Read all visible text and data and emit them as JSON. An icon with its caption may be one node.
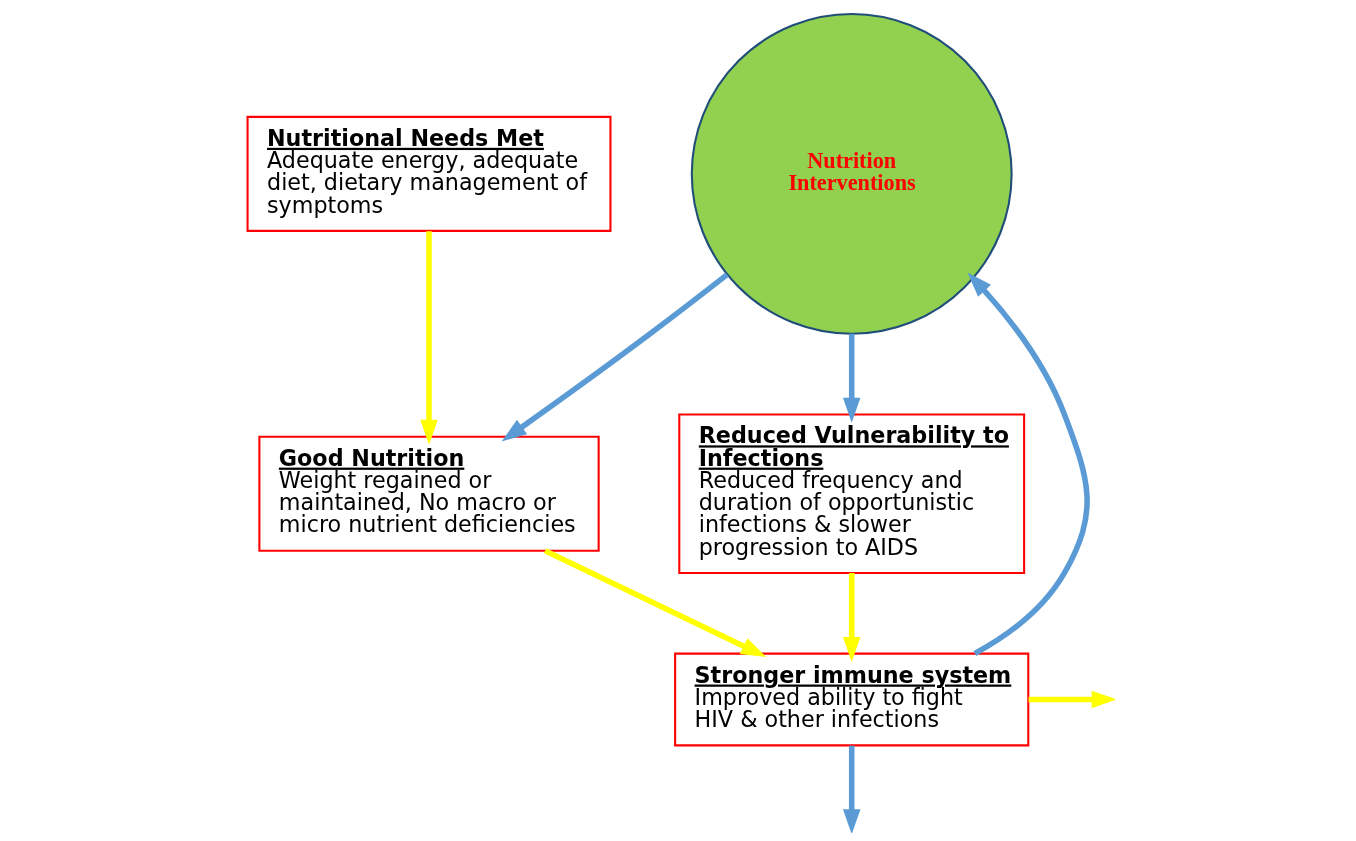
{
  "diagram": {
    "nodes": [
      {
        "text": [
          "Nutrition Interventions"
        ]
      },
      {
        "text": [
          "Good Nutrition",
          "Weight regained or maintained, No macro or micro nutrient deficiencies"
        ]
      },
      {
        "text": [
          "Nutritional Needs Met",
          "Adequate energy, adequate diet, dietary management of symptoms"
        ]
      },
      {
        "text": [
          "Stronger immune system",
          "Improved ability to fight HIV & other infections"
        ]
      },
      {
        "text": [
          "Reduced Vulnerability to Infections",
          "Reduced frequency and duration of opportunistic infections & slower progression to AIDS"
        ]
      }
    ],
    "edges": [
      {
        "from": 0,
        "to": 1,
        "arrow": "to",
        "color": "#5b9bd5"
      },
      {
        "from": 0,
        "to": 4,
        "arrow": "to",
        "color": "#5b9bd5"
      },
      {
        "from": 3,
        "to": 0,
        "arrow": "to",
        "color": "#5b9bd5"
      },
      {
        "from": 3,
        "to": null,
        "arrow": "to",
        "color": "#5b9bd5"
      },
      {
        "from": 2,
        "to": 1,
        "arrow": "to",
        "color": "#ffff00"
      },
      {
        "from": 1,
        "to": 3,
        "arrow": "to",
        "color": "#ffff00"
      },
      {
        "from": 4,
        "to": 3,
        "arrow": "to",
        "color": "#ffff00"
      },
      {
        "from": 3,
        "to": null,
        "arrow": "to",
        "color": "#ffff00"
      }
    ]
  }
}
